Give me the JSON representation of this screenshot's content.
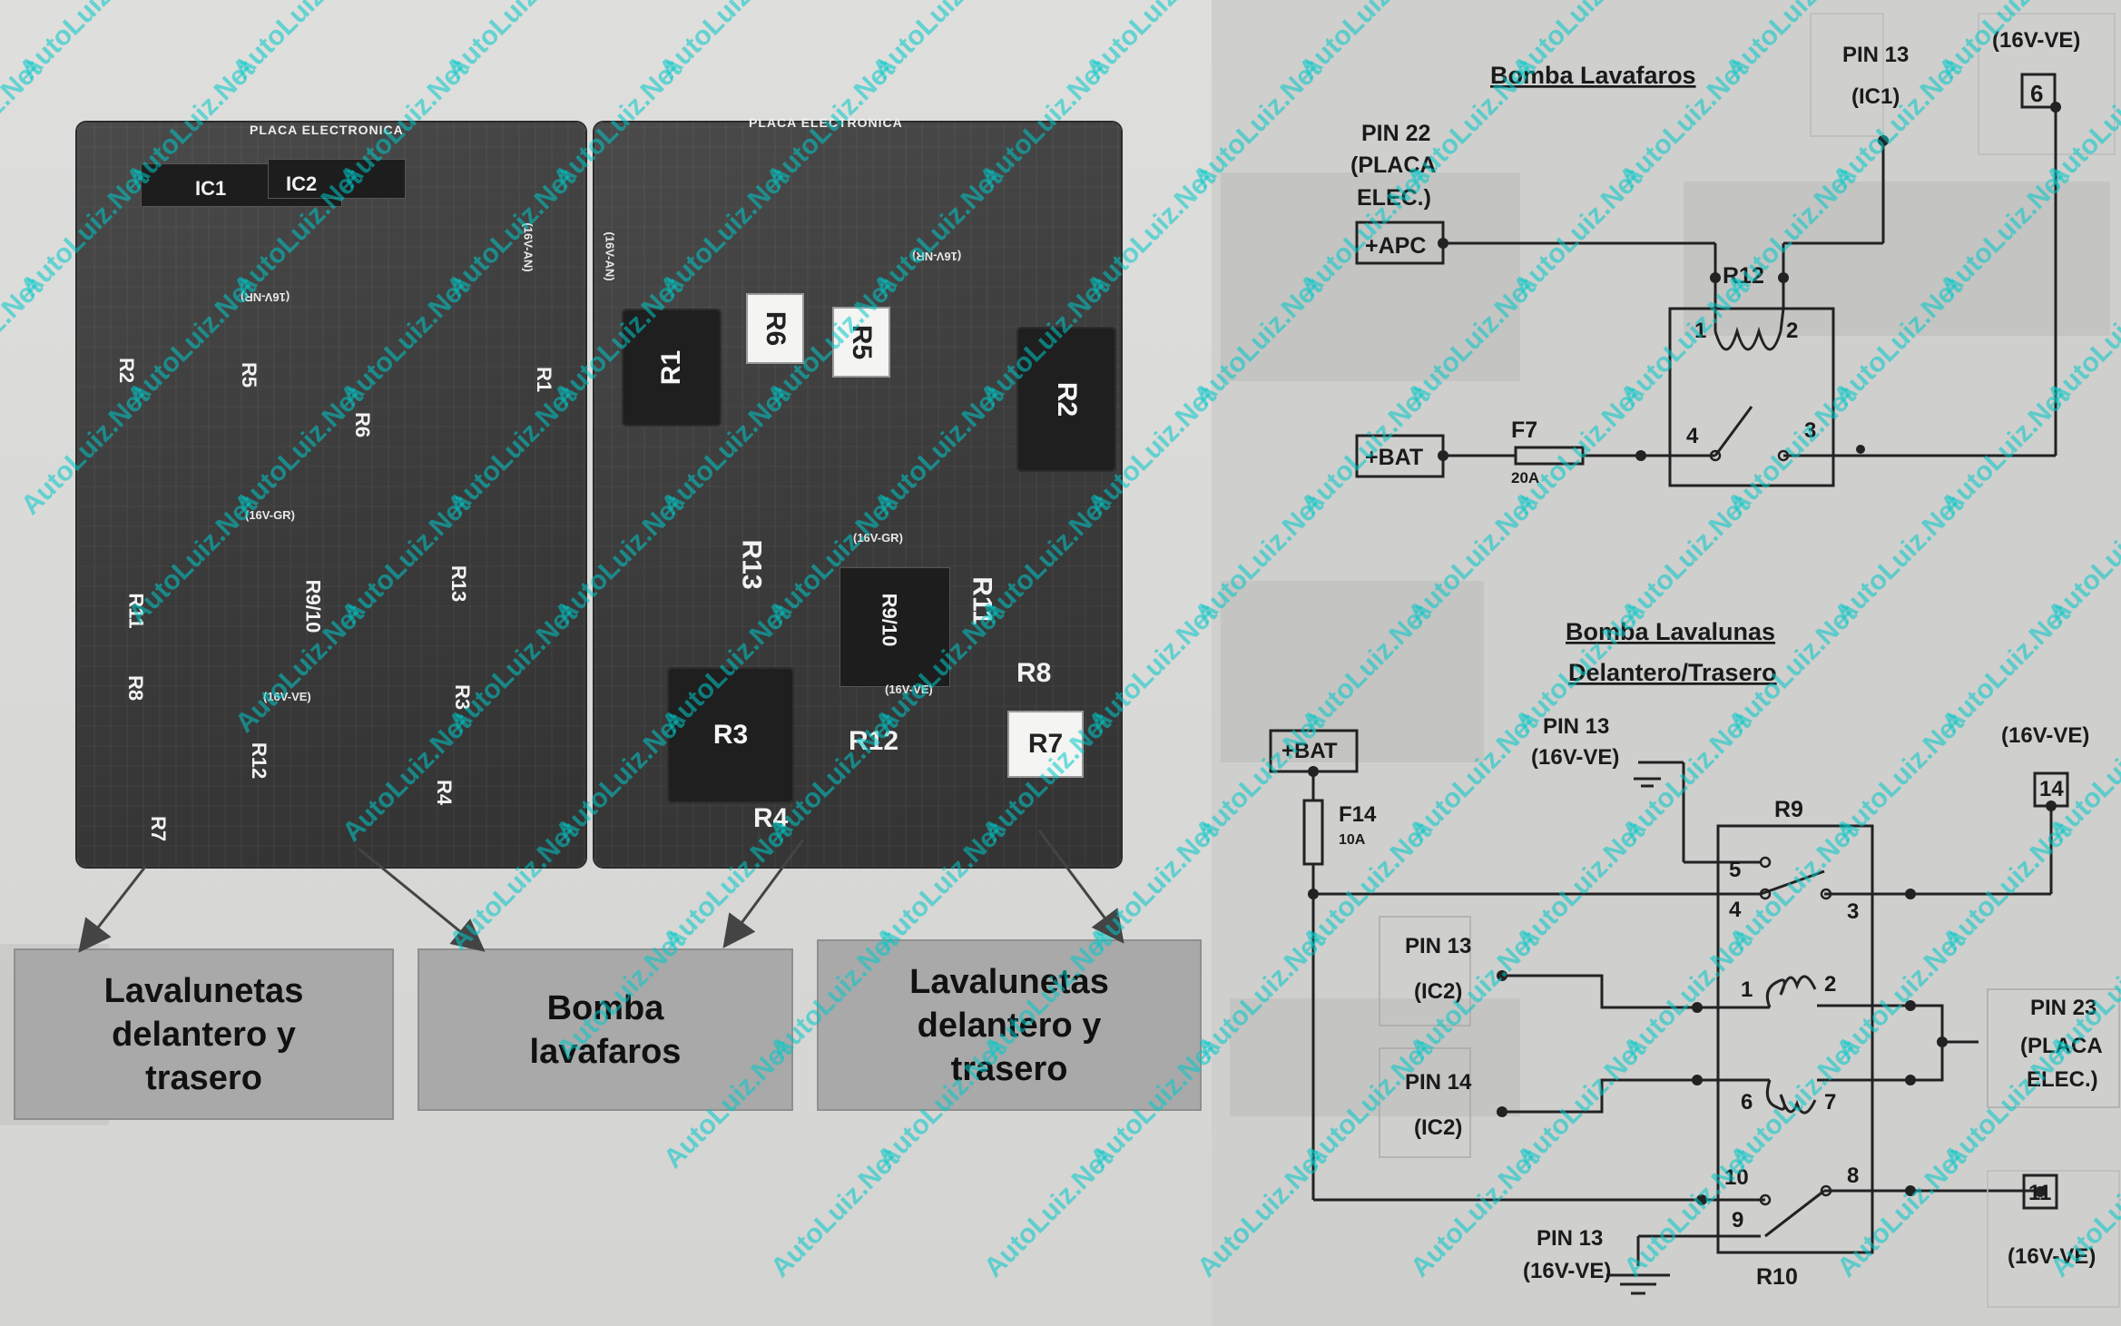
{
  "board_a": {
    "title": "PLACA ELECTRONICA",
    "chips": [
      "IC1",
      "IC2"
    ],
    "relays": [
      "R2",
      "R5",
      "R6",
      "R1",
      "R11",
      "R9/10",
      "R13",
      "R8",
      "R3",
      "R12",
      "R4",
      "R7"
    ],
    "marks": [
      "(16V-NR)",
      "(16V-GR)",
      "(16V-VE)",
      "(16V-AN)"
    ]
  },
  "board_b": {
    "title": "PLACA ELECTRONICA",
    "relays": [
      "R6",
      "R5",
      "R1",
      "R2",
      "R13",
      "R9/10",
      "R11",
      "R8",
      "R3",
      "R12",
      "R4",
      "R7"
    ],
    "marks": [
      "(16V-NR)",
      "(16V-GR)",
      "(16V-VE)",
      "(16V-AN)"
    ]
  },
  "callouts": [
    "Lavalunetas\ndelantero y\ntrasero",
    "Bomba\nlavafaros",
    "Lavalunetas\ndelantero y\ntrasero"
  ],
  "schematic": {
    "headlamp": {
      "title": "Bomba Lavafaros",
      "pin22": "PIN 22",
      "pin22b": "(PLACA",
      "pin22c": "ELEC.)",
      "apc": "+APC",
      "bat": "+BAT",
      "fuse": "F7",
      "fuse_rating": "20A",
      "relay": "R12",
      "pin13": "PIN 13",
      "pin13b": "(IC1)",
      "conn_label": "(16V-VE)",
      "conn_pin": "6",
      "pins": [
        "1",
        "2",
        "3",
        "4"
      ]
    },
    "washer": {
      "title1": "Bomba Lavalunas",
      "title2": "Delantero/Trasero",
      "bat": "+BAT",
      "fuse": "F14",
      "fuse_rating": "10A",
      "gnd_top_a": "PIN 13",
      "gnd_top_b": "(16V-VE)",
      "relay_top": "R9",
      "relay_bottom": "R10",
      "pin13_ic2_a": "PIN 13",
      "pin13_ic2_b": "(IC2)",
      "pin14_ic2_a": "PIN 14",
      "pin14_ic2_b": "(IC2)",
      "pin23_a": "PIN 23",
      "pin23_b": "(PLACA",
      "pin23_c": "ELEC.)",
      "conn_top_label": "(16V-VE)",
      "conn_top_pin": "14",
      "conn_bottom_label": "(16V-VE)",
      "conn_bottom_pin": "11",
      "gnd_bottom_a": "PIN 13",
      "gnd_bottom_b": "(16V-VE)",
      "pins": [
        "5",
        "4",
        "3",
        "1",
        "2",
        "6",
        "7",
        "10",
        "8",
        "9"
      ]
    }
  },
  "watermark": "AutoLuiz.Net",
  "colors": {
    "watermark": "#00c8c8",
    "pcb": "#3a3a3a",
    "callout": "#a9a9a9"
  }
}
